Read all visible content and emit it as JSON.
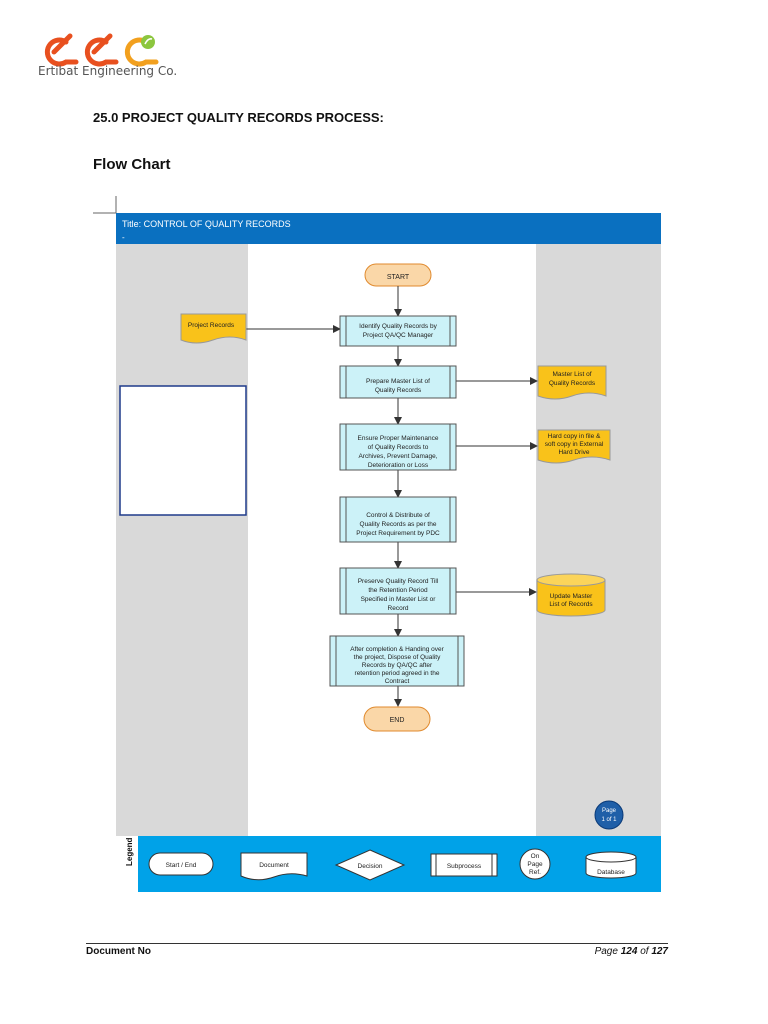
{
  "header": {
    "company_name": "Ertibat Engineering Co.",
    "brand_colors": {
      "orange": "#e8501f",
      "green": "#8cc63f",
      "amber": "#f2a01e"
    }
  },
  "section_title": "25.0 PROJECT QUALITY RECORDS PROCESS:",
  "flow_chart_label": "Flow Chart",
  "diagram": {
    "title_bar": "Title: CONTROL OF QUALITY RECORDS",
    "title_bar_sub": "-",
    "start": "START",
    "end": "END",
    "input_document": "Project Records",
    "steps": [
      [
        "Identify Quality Records by",
        "Project QA/QC Manager"
      ],
      [
        "Prepare Master List of",
        "Quality Records"
      ],
      [
        "Ensure Proper Maintenance",
        "of Quality Records to",
        "Archives, Prevent Damage,",
        "Deterioration or Loss"
      ],
      [
        "Control & Distribute of",
        "Quality Records as per the",
        "Project Requirement by PDC"
      ],
      [
        "Preserve Quality Record Till",
        "the Retention Period",
        "Specified in Master List or",
        "Record"
      ],
      [
        "After completion & Handing over",
        "the project, Dispose of Quality",
        "Records by QA/QC after",
        "retention period agreed in the",
        "Contract"
      ]
    ],
    "output_documents": [
      [
        "Master List of",
        "Quality Records"
      ],
      [
        "Hard copy in file &",
        "soft copy in External",
        "Hard Drive"
      ]
    ],
    "database": [
      "Update Master",
      "List of Records"
    ],
    "page_ref": [
      "Page",
      "1 of 1"
    ],
    "legend_label": "Legend",
    "legend_items": [
      "Start / End",
      "Document",
      "Decision",
      "Subprocess",
      "On",
      "Page",
      "Ref.",
      "Database"
    ],
    "colors": {
      "title_bar": "#0a70c0",
      "lane": "#d9d9d9",
      "process_fill": "#ccf2f8",
      "terminal_fill": "#fad7a8",
      "document_fill": "#f9c21a",
      "legend_bg": "#00a2e8",
      "page_ref_fill": "#1f5fa8"
    }
  },
  "footer": {
    "document_no": "Document No",
    "page_word": "Page",
    "page_current": "124",
    "page_of": "of",
    "page_total": "127"
  }
}
